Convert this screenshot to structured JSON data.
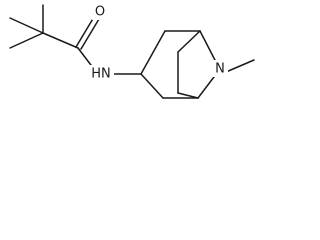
{
  "molecule": {
    "atom_labels": {
      "oxygen": "O",
      "amide_nitrogen": "HN",
      "bridge_nitrogen": "N"
    },
    "bond_color": "#1a1a1a",
    "background_color": "#ffffff"
  }
}
